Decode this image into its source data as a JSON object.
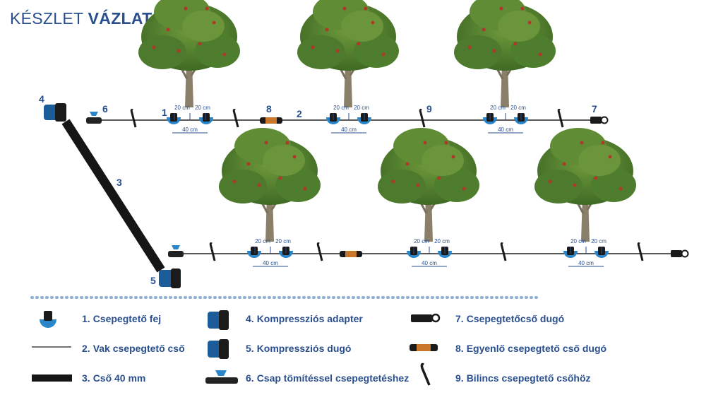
{
  "title": {
    "light": "KÉSZLET",
    "bold": "VÁZLAT"
  },
  "callouts": {
    "n1": "1",
    "n2": "2",
    "n3": "3",
    "n4": "4",
    "n5": "5",
    "n6": "6",
    "n7": "7",
    "n8": "8",
    "n9": "9"
  },
  "dimensions": {
    "spacing_20": "20 cm",
    "spacing_40": "40 cm"
  },
  "legend": [
    {
      "num": "1.",
      "label": "Csepegtető fej",
      "icon": "drip-head-icon"
    },
    {
      "num": "2.",
      "label": "Vak csepegtető cső",
      "icon": "drip-line-icon"
    },
    {
      "num": "3.",
      "label": "Cső 40 mm",
      "icon": "pipe-40mm-icon"
    },
    {
      "num": "4.",
      "label": "Kompressziós adapter",
      "icon": "compression-adapter-icon"
    },
    {
      "num": "5.",
      "label": "Kompressziós dugó",
      "icon": "compression-plug-icon"
    },
    {
      "num": "6.",
      "label": "Csap tömítéssel csepegtetéshez",
      "icon": "valve-icon"
    },
    {
      "num": "7.",
      "label": "Csepegtetőcső dugó",
      "icon": "drip-end-plug-icon"
    },
    {
      "num": "8.",
      "label": "Egyenlő csepegtető cső dugó",
      "icon": "straight-connector-icon"
    },
    {
      "num": "9.",
      "label": "Bilincs csepegtető csőhöz",
      "icon": "stake-clip-icon"
    }
  ]
}
